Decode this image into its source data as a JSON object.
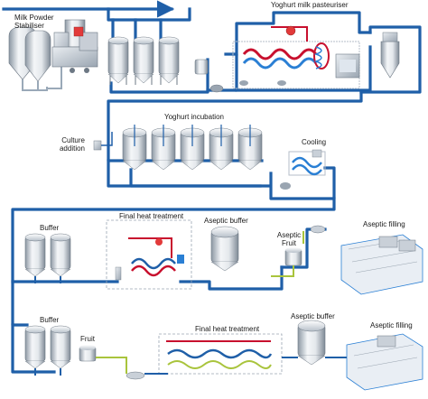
{
  "labels": {
    "milk_powder_stabiliser": "Milk Powder\nStabiliser",
    "yoghurt_milk_pasteuriser": "Yoghurt milk pasteuriser",
    "yoghurt_incubation": "Yoghurt incubation",
    "culture_addition": "Culture\naddition",
    "cooling": "Cooling",
    "buffer_1": "Buffer",
    "final_heat_treatment_1": "Final heat treatment",
    "aseptic_buffer_1": "Aseptic buffer",
    "aseptic_fruit": "Aseptic\nFruit",
    "aseptic_filling_1": "Aseptic filling",
    "buffer_2": "Buffer",
    "fruit": "Fruit",
    "final_heat_treatment_2": "Final heat treatment",
    "aseptic_buffer_2": "Aseptic buffer",
    "aseptic_filling_2": "Aseptic filling"
  },
  "colors": {
    "pipe_main": "#1f5fa8",
    "pipe_product": "#9aa9b8",
    "pipe_hot": "#c8102e",
    "pipe_cold": "#2a7fd4",
    "pipe_fruit": "#a9c43c",
    "tank_light": "#f2f4f6",
    "tank_mid": "#c9d0d8",
    "tank_dark": "#7f8a96",
    "frame": "#b5bec8"
  }
}
